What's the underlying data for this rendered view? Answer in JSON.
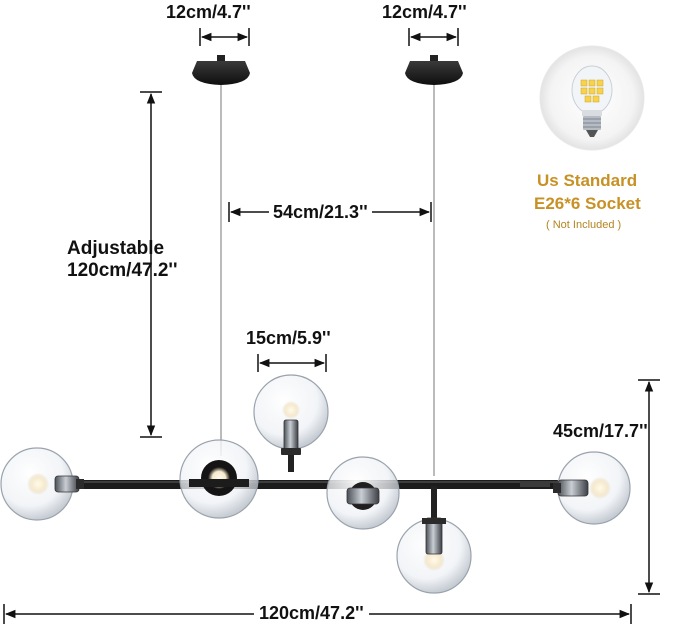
{
  "dimensions": {
    "canopy_left": "12cm/4.7''",
    "canopy_right": "12cm/4.7''",
    "rod_spacing": "54cm/21.3''",
    "adjustable_title": "Adjustable",
    "adjustable_length": "120cm/47.2''",
    "globe_diameter": "15cm/5.9''",
    "fixture_height": "45cm/17.7''",
    "fixture_width": "120cm/47.2''"
  },
  "socket": {
    "line1": "Us Standard",
    "line2": "E26*6 Socket",
    "note": "( Not Included )"
  },
  "colors": {
    "accent": "#c89125",
    "fixture": "#1a1a1a",
    "chrome": "#7f8790"
  }
}
